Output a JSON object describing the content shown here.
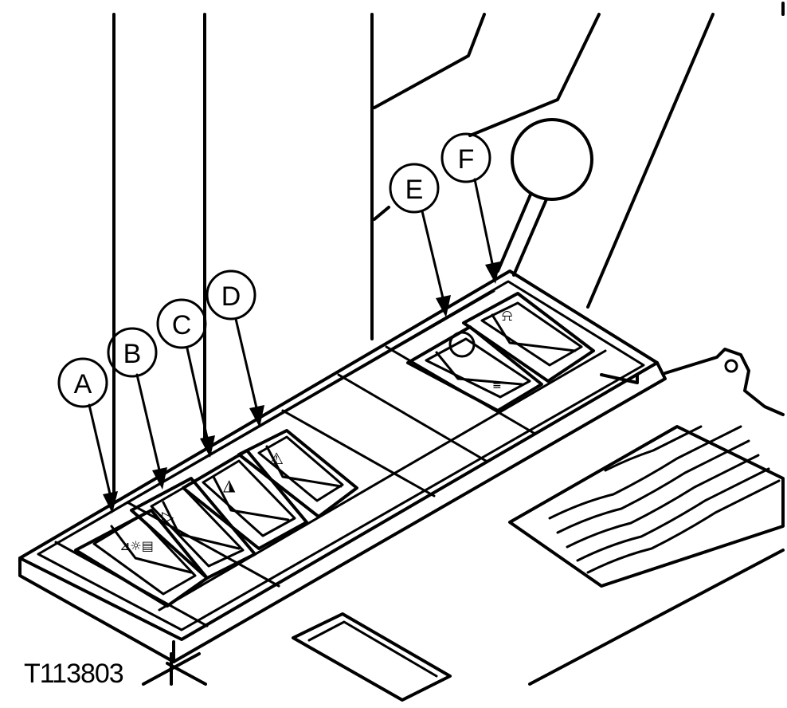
{
  "callouts": [
    {
      "label": "A"
    },
    {
      "label": "B"
    },
    {
      "label": "C"
    },
    {
      "label": "D"
    },
    {
      "label": "E"
    },
    {
      "label": "F"
    }
  ],
  "figure_id": "T113803"
}
